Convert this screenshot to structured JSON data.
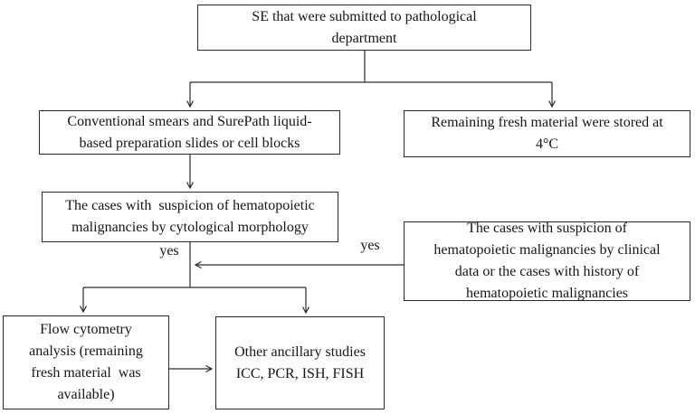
{
  "figure": {
    "background": "#ffffff",
    "line_color": "#2b2b2b",
    "text_color": "#161616"
  },
  "nodes": {
    "submitted": {
      "text": "SE that were submitted to pathological\ndepartment"
    },
    "slides": {
      "text": "Conventional smears and SurePath liquid-\nbased preparation slides or cell blocks"
    },
    "stored": {
      "text": "Remaining fresh material were stored at\n4°C"
    },
    "cytology_suspicion": {
      "text": "The cases with  suspicion of hematopoietic\nmalignancies by cytological morphology"
    },
    "clinical_suspicion": {
      "text": "The cases with suspicion of\nhematopoietic malignancies by clinical\ndata or the cases with history of\nhematopoietic malignancies"
    },
    "flow_cytometry": {
      "text": "Flow cytometry\nanalysis (remaining\nfresh material  was\navailable)"
    },
    "ancillary": {
      "text": "Other ancillary studies\nICC, PCR, ISH, FISH"
    }
  },
  "edge_labels": {
    "yes_left": "yes",
    "yes_right": "yes"
  },
  "edges": [
    {
      "from": "submitted",
      "to": "slides",
      "label": ""
    },
    {
      "from": "submitted",
      "to": "stored",
      "label": ""
    },
    {
      "from": "slides",
      "to": "cytology_suspicion",
      "label": ""
    },
    {
      "from": "cytology_suspicion",
      "to": "flow_cytometry",
      "label": "yes"
    },
    {
      "from": "cytology_suspicion",
      "to": "ancillary",
      "label": "yes"
    },
    {
      "from": "clinical_suspicion",
      "to": "cytology_suspicion_branch",
      "label": "yes"
    },
    {
      "from": "flow_cytometry",
      "to": "ancillary",
      "label": ""
    }
  ]
}
